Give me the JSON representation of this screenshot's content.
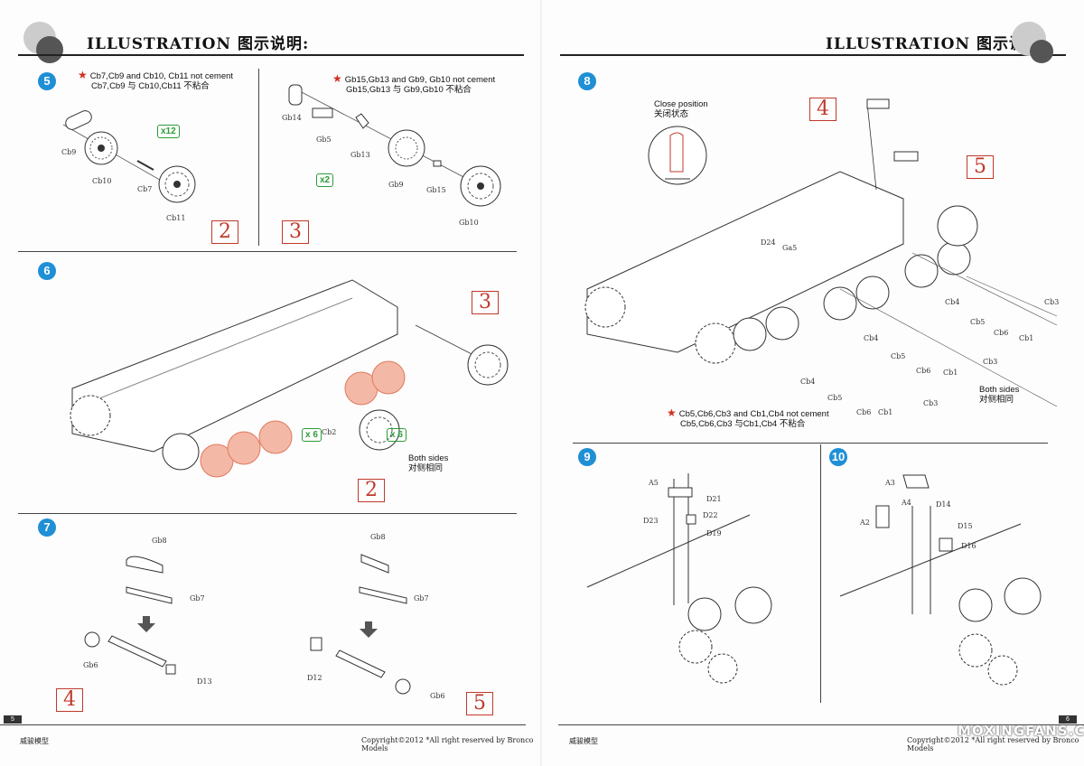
{
  "header": {
    "title": "ILLUSTRATION 图示说明:"
  },
  "steps": {
    "s5": {
      "num": "5",
      "note1": "Cb7,Cb9 and Cb10, Cb11 not cement",
      "note2": "Cb7,Cb9 与 Cb10,Cb11 不粘合",
      "mult": "x12",
      "boxA": "2",
      "boxB": "3"
    },
    "s5b": {
      "note1": "Gb15,Gb13 and Gb9, Gb10 not cement",
      "note2": "Gb15,Gb13 与 Gb9,Gb10 不粘合",
      "mult": "x2"
    },
    "s6": {
      "num": "6",
      "box_top": "3",
      "box_bottom": "2",
      "mult1": "x 6",
      "mult2": "x 6",
      "part": "Cb2",
      "both1": "Both sides",
      "both2": "对侧相同"
    },
    "s7": {
      "num": "7",
      "boxA": "4",
      "boxB": "5"
    },
    "s8": {
      "num": "8",
      "close1": "Close position",
      "close2": "关闭状态",
      "box4": "4",
      "box5": "5",
      "note1": "Cb5,Cb6,Cb3 and Cb1,Cb4 not cement",
      "note2": "Cb5,Cb6,Cb3 与Cb1,Cb4 不粘合",
      "both1": "Both sides",
      "both2": "对侧相同"
    },
    "s9": {
      "num": "9"
    },
    "s10": {
      "num": "10"
    }
  },
  "parts": {
    "p5": [
      "Cb9",
      "Cb10",
      "Cb7",
      "Cb11"
    ],
    "p5b": [
      "Gb14",
      "Gb5",
      "Gb13",
      "Gb9",
      "Gb15",
      "Gb10"
    ],
    "p7a": [
      "Gb8",
      "Gb7",
      "Gb6",
      "D13"
    ],
    "p7b": [
      "Gb8",
      "Gb7",
      "D12",
      "Gb6"
    ],
    "p8": [
      "D24",
      "Ga5",
      "Cb4",
      "Cb3",
      "Cb5",
      "Cb6",
      "Cb1",
      "Cb4",
      "Cb5",
      "Cb6",
      "Cb1",
      "Cb3",
      "Cb4",
      "Cb5",
      "Cb6",
      "Cb1",
      "Cb3"
    ],
    "p9": [
      "A5",
      "D21",
      "D23",
      "D22",
      "D19"
    ],
    "p10": [
      "A3",
      "A4",
      "D14",
      "A2",
      "D15",
      "D16"
    ]
  },
  "footer": {
    "brand_left": "威骏模型",
    "copyright_left": "Copyright©2012  *All right reserved by Bronco Models",
    "page_left": "5",
    "brand_right": "威骏模型",
    "copyright_right": "Copyright©2012  *All right reserved by Bronco Models",
    "page_right": "6",
    "watermark": "MOXINGFANS.COM"
  },
  "colors": {
    "accent_red": "#c0392b",
    "step_blue": "#1f8fd6",
    "mult_green": "#2e9b3a",
    "highlight_wheel": "#e07a5f"
  }
}
